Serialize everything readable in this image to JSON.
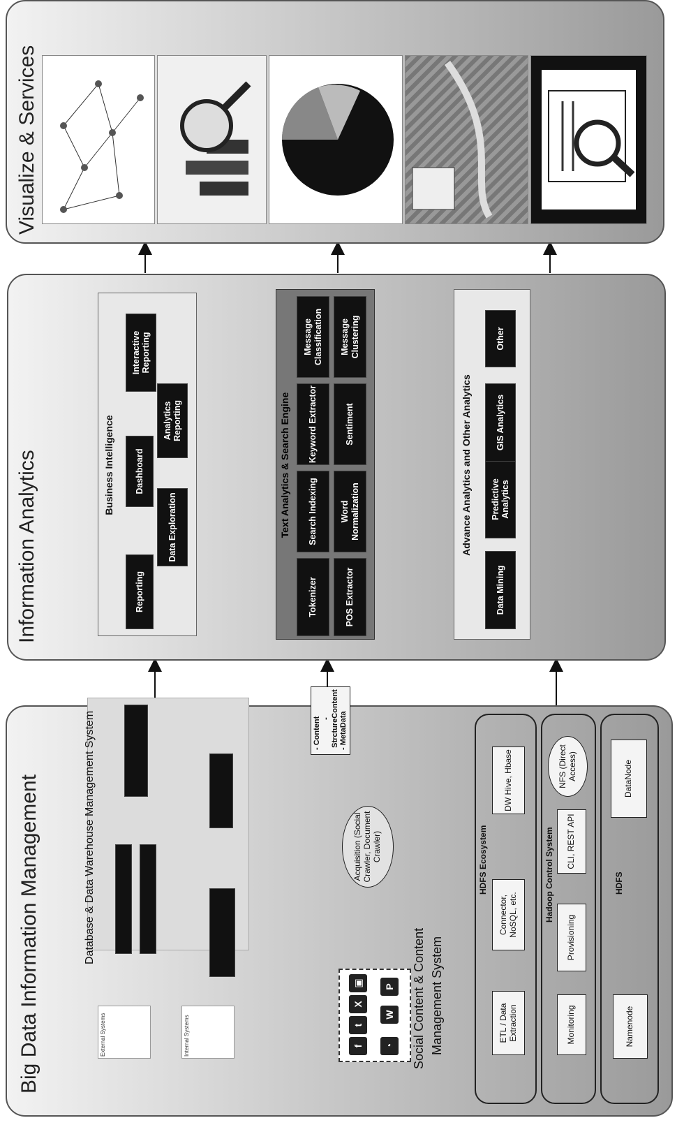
{
  "panels": {
    "bigdata_title": "Big Data Information Management",
    "analytics_title": "Information Analytics",
    "visualize_title": "Visualize & Services"
  },
  "dwms": {
    "title": "Database & Data Warehouse Management System",
    "ext_label": "External Systems",
    "int_label": "Internal Systems"
  },
  "social": {
    "title_line1": "Social Content & Content",
    "title_line2": "Management System",
    "acquisition": "Acquisition (Social Crawler, Document Crawler)",
    "note_content": "- Content",
    "note_structure": "- StrctureContent",
    "note_metadata": "- MetaData"
  },
  "hdfs_eco": {
    "title": "HDFS Ecosystem",
    "items": [
      "ETL / Data Extraction",
      "Connector, NoSQL, etc.",
      "DW Hive, Hbase"
    ]
  },
  "hadoop": {
    "title": "Hadoop Control System",
    "items": [
      "Monitoring",
      "Provisioning",
      "CLI, REST API"
    ],
    "nfs": "NFS (Direct Access)"
  },
  "hdfs": {
    "title": "HDFS",
    "namenode": "Namenode",
    "datanode": "DataNode"
  },
  "bi": {
    "title": "Business Intelligence",
    "items": [
      "Reporting",
      "Data Exploration",
      "Dashboard",
      "Analytics Reporting",
      "Interactive Reporting"
    ]
  },
  "text": {
    "title": "Text Analytics & Search Engine",
    "top": [
      "Tokenizer",
      "Search Indexing",
      "Keyword Extractor",
      "Message Classification"
    ],
    "bottom": [
      "POS Extractor",
      "Word Normalization",
      "Sentiment",
      "Message Clustering"
    ]
  },
  "advance": {
    "title": "Advance Analytics and Other Analytics",
    "items": [
      "Data Mining",
      "Predictive Analytics",
      "GIS Analytics",
      "Other"
    ]
  },
  "icons": [
    "network-graph-icon",
    "magnifier-chart-icon",
    "pie-chart-icon",
    "map-icon",
    "document-search-icon"
  ]
}
